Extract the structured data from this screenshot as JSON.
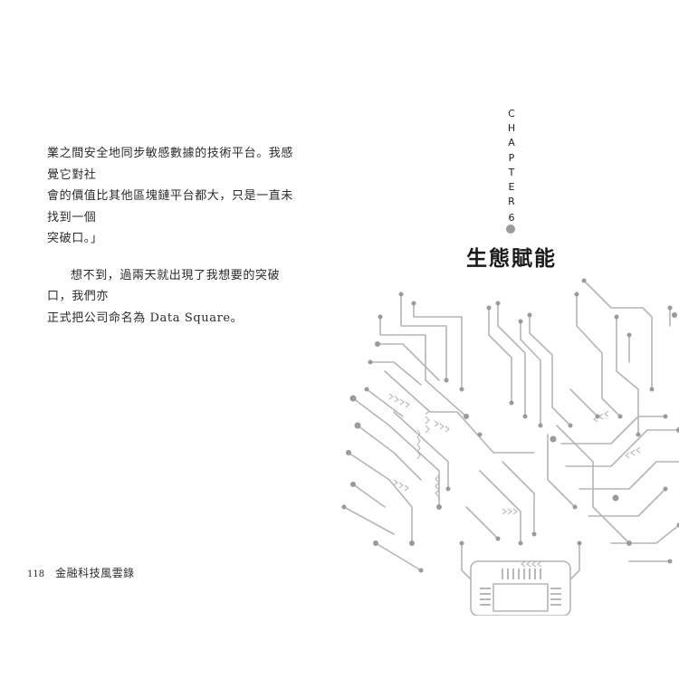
{
  "left_page": {
    "paragraph1_lines": [
      "業之間安全地同步敏感數據的技術平台。我感覺它對社",
      "會的價值比其他區塊鏈平台都大，只是一直未找到一個",
      "突破口。」"
    ],
    "paragraph2_lines": [
      "想不到，過兩天就出現了我想要的突破口，我們亦",
      "正式把公司命名為 Data Square。"
    ],
    "page_number": "118",
    "book_title": "金融科技風雲錄"
  },
  "right_page": {
    "chapter_letters": [
      "C",
      "H",
      "A",
      "P",
      "T",
      "E",
      "R"
    ],
    "chapter_number": "6",
    "chapter_title": "生態賦能"
  },
  "colors": {
    "text": "#2b2b2b",
    "circuit_line": "#b5b5b5",
    "circuit_dot": "#9a9a9a"
  },
  "decoration_icon": "circuit-board-illustration"
}
